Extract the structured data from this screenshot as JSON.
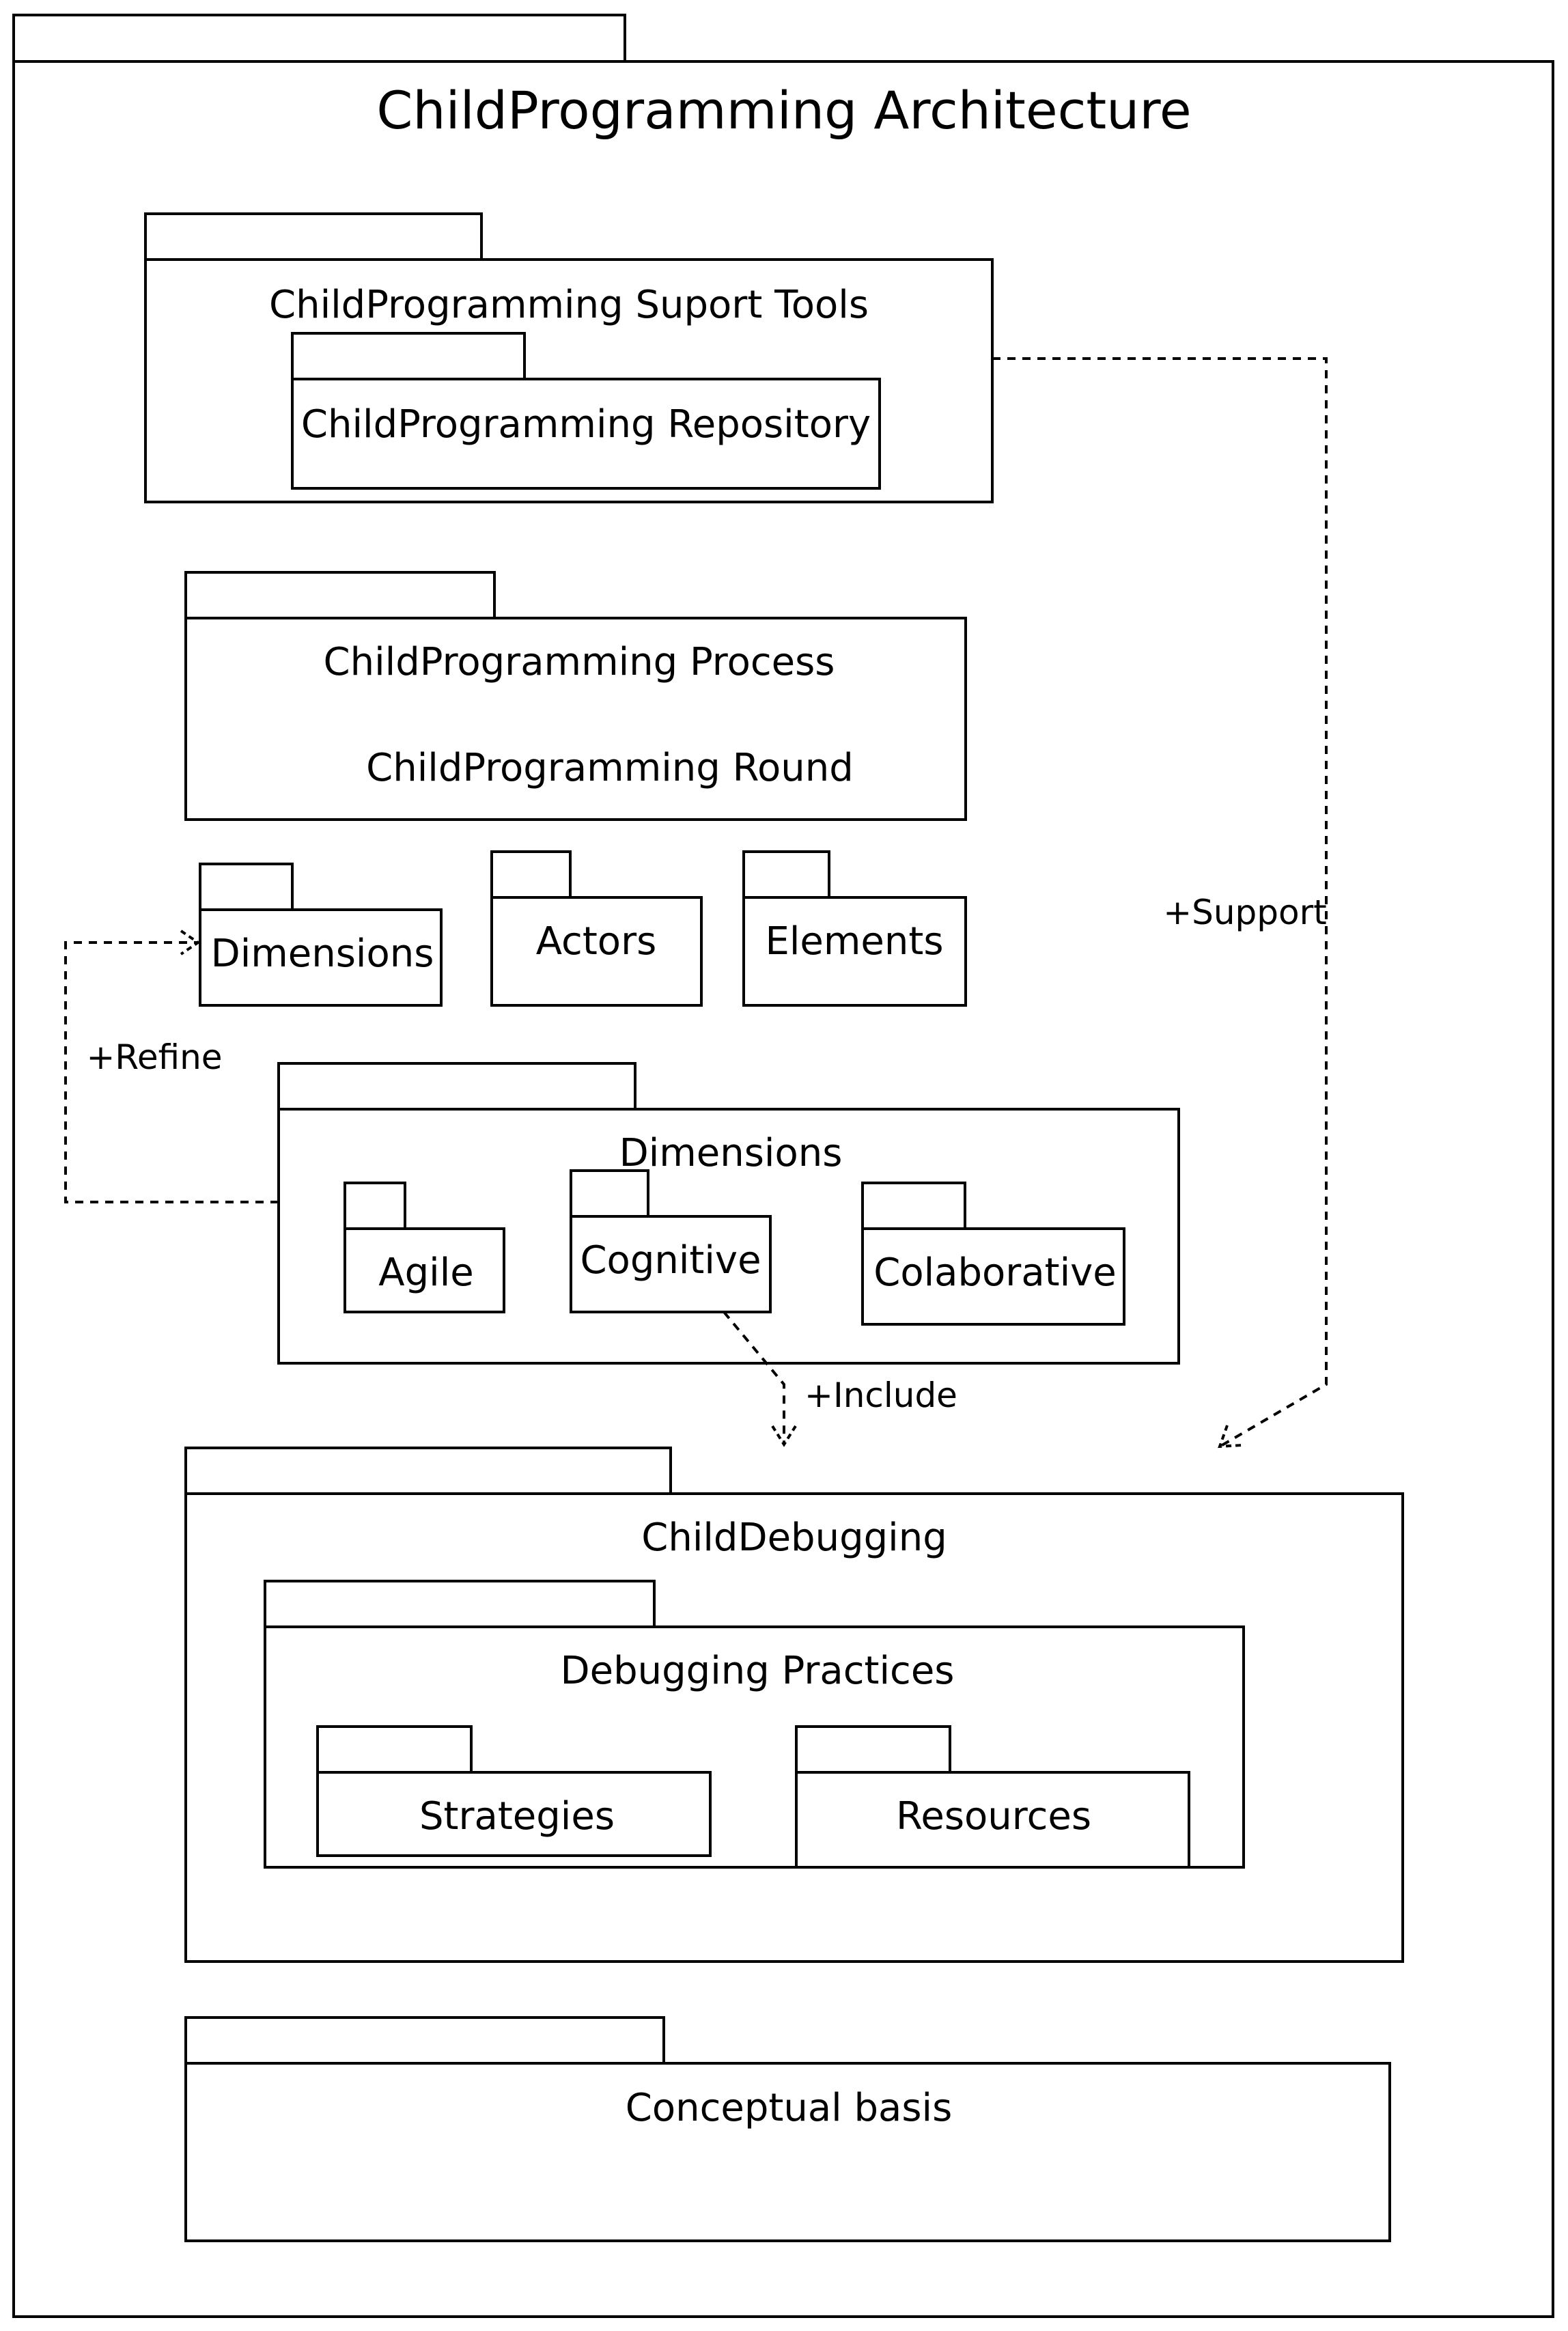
{
  "diagram": {
    "title": "ChildProgramming Architecture",
    "packages": {
      "support_tools": "ChildProgramming Suport Tools",
      "repository": "ChildProgramming Repository",
      "process": "ChildProgramming Process",
      "round": "ChildProgramming Round",
      "dimensions_small": "Dimensions",
      "actors": "Actors",
      "elements": "Elements",
      "dimensions": "Dimensions",
      "agile": "Agile",
      "cognitive": "Cognitive",
      "colaborative": "Colaborative",
      "child_debugging": "ChildDebugging",
      "debugging_practices": "Debugging Practices",
      "strategies": "Strategies",
      "resources": "Resources",
      "conceptual_basis": "Conceptual basis"
    },
    "relations": {
      "support": "+Support",
      "refine": "+Refine",
      "include": "+Include"
    }
  }
}
